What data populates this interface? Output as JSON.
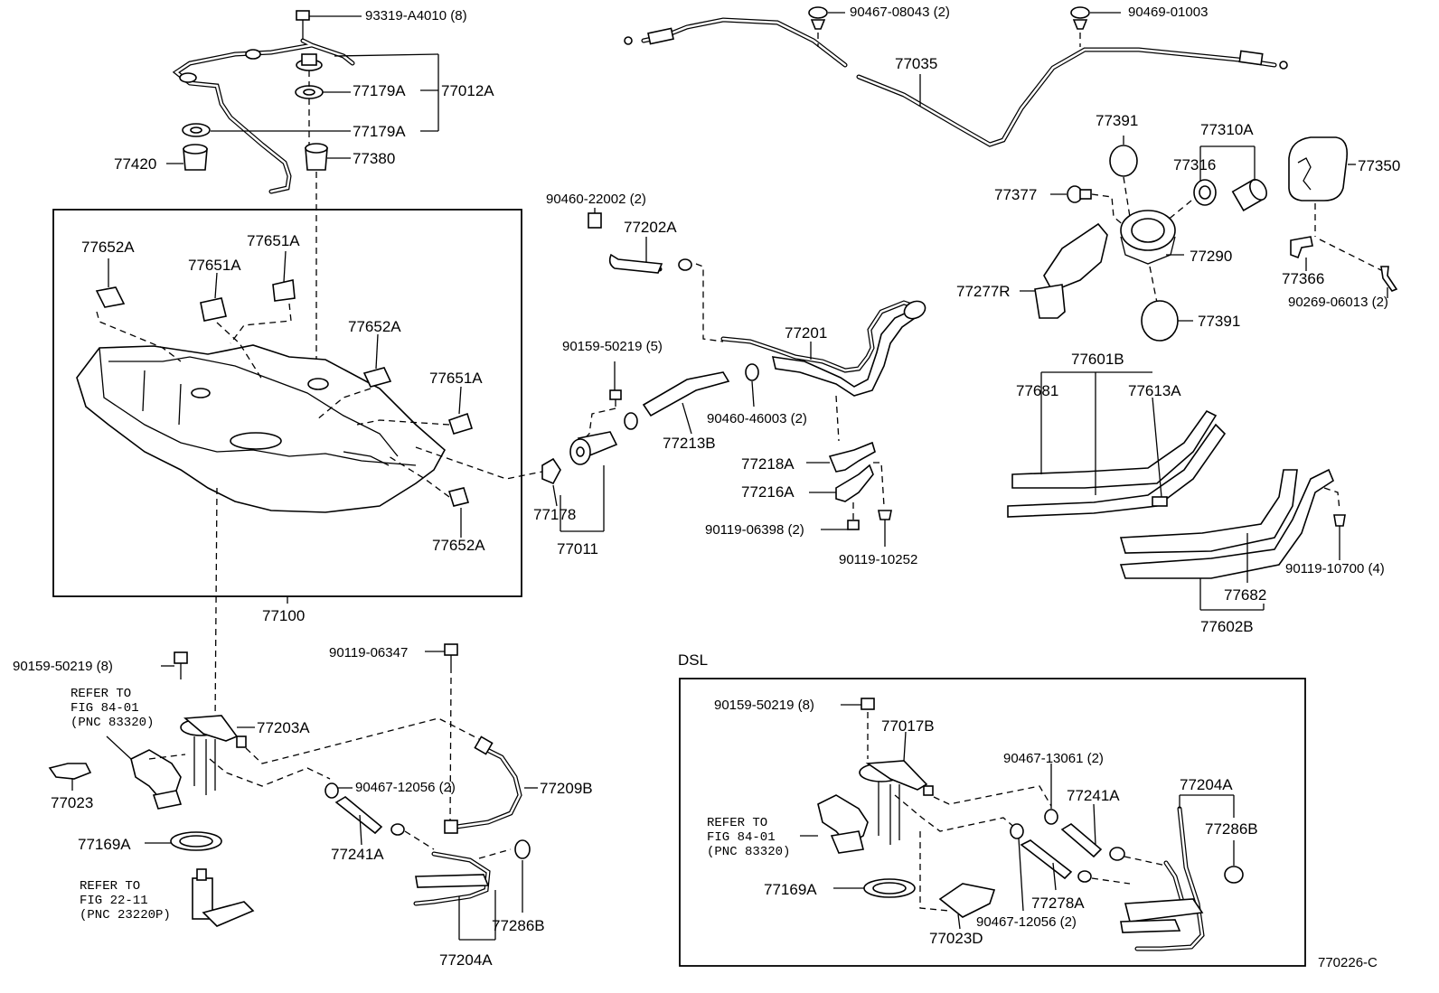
{
  "labels": {
    "p93319": "93319-A4010 (8)",
    "p90467_08043": "90467-08043 (2)",
    "p90469_01003": "90469-01003",
    "p77035": "77035",
    "p77179A_1": "77179A",
    "p77012A": "77012A",
    "p77179A_2": "77179A",
    "p77420": "77420",
    "p77380": "77380",
    "p77391_top": "77391",
    "p77310A": "77310A",
    "p77316": "77316",
    "p77350": "77350",
    "p77377": "77377",
    "p90460_22002": "90460-22002 (2)",
    "p77202A": "77202A",
    "p77652A_1": "77652A",
    "p77651A_1": "77651A",
    "p77651A_2": "77651A",
    "p77290": "77290",
    "p77277R": "77277R",
    "p77366": "77366",
    "p90269": "90269-06013 (2)",
    "p77201": "77201",
    "p77391_bot": "77391",
    "p77652A_2": "77652A",
    "p90159_5": "90159-50219 (5)",
    "p77601B": "77601B",
    "p77651A_3": "77651A",
    "p77681": "77681",
    "p77613A": "77613A",
    "p90460_46003": "90460-46003 (2)",
    "p77213B": "77213B",
    "p77218A": "77218A",
    "p77216A": "77216A",
    "p77178": "77178",
    "p90119_06398": "90119-06398 (2)",
    "p77652A_3": "77652A",
    "p77011": "77011",
    "p90119_10252": "90119-10252",
    "p90119_10700": "90119-10700 (4)",
    "p77682": "77682",
    "p77100": "77100",
    "p77602B": "77602B",
    "pDSL": "DSL",
    "p90119_06347": "90119-06347",
    "p90159_8a": "90159-50219 (8)",
    "p77203A": "77203A",
    "p90159_8b": "90159-50219 (8)",
    "p77017B": "77017B",
    "p90467_12056a": "90467-12056 (2)",
    "p77209B": "77209B",
    "p77023": "77023",
    "p90467_13061": "90467-13061 (2)",
    "p77241A_a": "77241A",
    "p77204A_a": "77204A",
    "p77241A_b": "77241A",
    "p77169A_a": "77169A",
    "p77286B_a": "77286B",
    "p77169A_b": "77169A",
    "p77278A": "77278A",
    "p77286B_b": "77286B",
    "p90467_12056b": "90467-12056 (2)",
    "p77023D": "77023D",
    "p77204A_b": "77204A",
    "p770226C": "770226-C"
  },
  "notes": {
    "refer_84_01_a": "REFER TO\nFIG 84-01\n(PNC 83320)",
    "refer_22_11": "REFER TO\nFIG 22-11\n(PNC 23220P)",
    "refer_84_01_b": "REFER TO\nFIG 84-01\n(PNC 83320)"
  }
}
